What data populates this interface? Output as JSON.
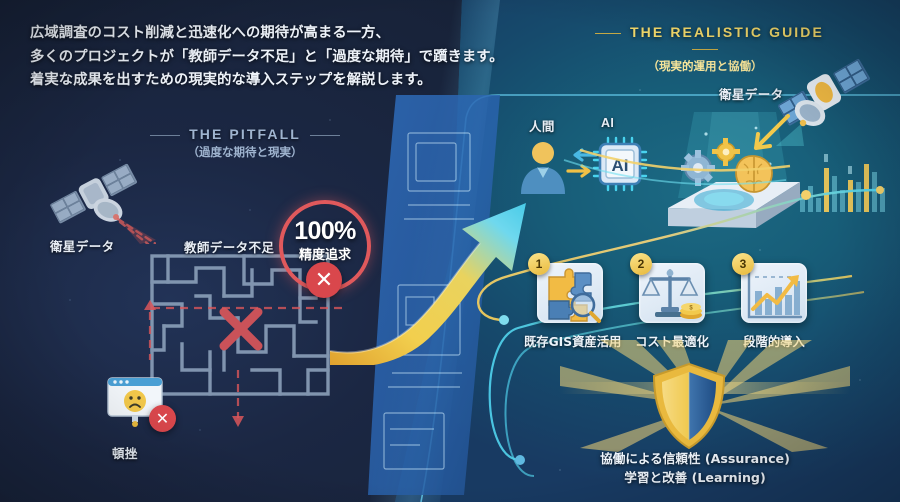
{
  "headline": {
    "line1": "広域調査のコスト削減と迅速化への期待が高まる一方、",
    "line2": "多くのプロジェクトが「教師データ不足」と「過度な期待」で躓きます。",
    "line3": "着実な成果を出すための現実的な導入ステップを解説します。"
  },
  "pitfall": {
    "title_en": "THE PITFALL",
    "title_jp": "（過度な期待と現実）",
    "satellite_label": "衛星データ",
    "lack_label": "教師データ不足",
    "badge_percent": "100%",
    "badge_caption": "精度追求",
    "badge_mark": "✕",
    "failure_label": "頓挫",
    "failure_mark": "✕"
  },
  "guide": {
    "title_en": "THE REALISTIC GUIDE",
    "title_jp": "（現実的運用と協働）",
    "human_label": "人間",
    "ai_label": "AI",
    "ai_chip_text": "AI",
    "satellite_label": "衛星データ",
    "steps": [
      {
        "number": "1",
        "caption": "既存GIS資産活用",
        "icon": "puzzle-magnifier-icon"
      },
      {
        "number": "2",
        "caption": "コスト最適化",
        "icon": "scales-coins-icon"
      },
      {
        "number": "3",
        "caption": "段階的導入",
        "icon": "growth-chart-icon"
      }
    ],
    "assurance_line1": "協働による信頼性 (Assurance)",
    "assurance_line2": "学習と改善 (Learning)"
  },
  "colors": {
    "bg_left": "#1b2743",
    "bg_right": "#17607c",
    "bg_right_bottom": "#1c3560",
    "gold": "#f2d86a",
    "cyan": "#4fd3ef",
    "danger": "#d9474c",
    "pitfall_text": "#9fb4cf",
    "light_text": "#eef3fa"
  }
}
